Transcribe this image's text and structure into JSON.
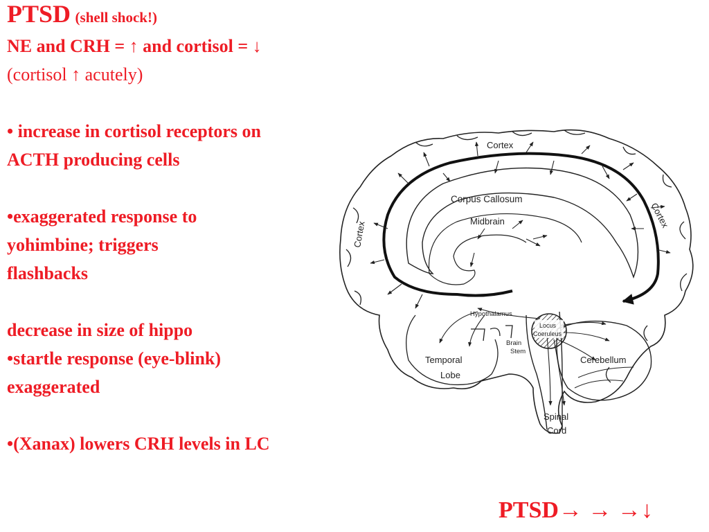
{
  "text": {
    "title": "PTSD",
    "title_sub": "(shell shock!)",
    "line2": "NE and CRH = ↑ and cortisol = ↓",
    "line3": "(cortisol ↑ acutely)",
    "bullet1a": "• increase in cortisol receptors on",
    "bullet1b": " ACTH producing cells",
    "bullet2a": "•exaggerated response to",
    "bullet2b": " yohimbine; triggers",
    "bullet2c": "flashbacks",
    "line_hippo": "decrease in size of hippo",
    "bullet3a": "•startle response (eye-blink)",
    "bullet3b": "exaggerated",
    "bullet4": "•(Xanax) lowers CRH levels in LC"
  },
  "figure": {
    "label_cortex_top": "Cortex",
    "label_cortex_left": "Cortex",
    "label_cortex_right": "Cortex",
    "label_corpus_callosum": "Corpus Callosum",
    "label_midbrain": "Midbrain",
    "label_hypothalamus": "Hypothalamus",
    "label_locus_1": "Locus",
    "label_locus_2": "Coeruleus",
    "label_brain_stem_1": "Brain",
    "label_brain_stem_2": "Stem",
    "label_temporal_1": "Temporal",
    "label_temporal_2": "Lobe",
    "label_cerebellum": "Cerebellum",
    "label_spinal_1": "Spinal",
    "label_spinal_2": "Cord"
  },
  "footer": {
    "text": "PTSD→ → →↓"
  },
  "colors": {
    "text_red": "#ee1c25",
    "diagram_ink": "#222222"
  }
}
